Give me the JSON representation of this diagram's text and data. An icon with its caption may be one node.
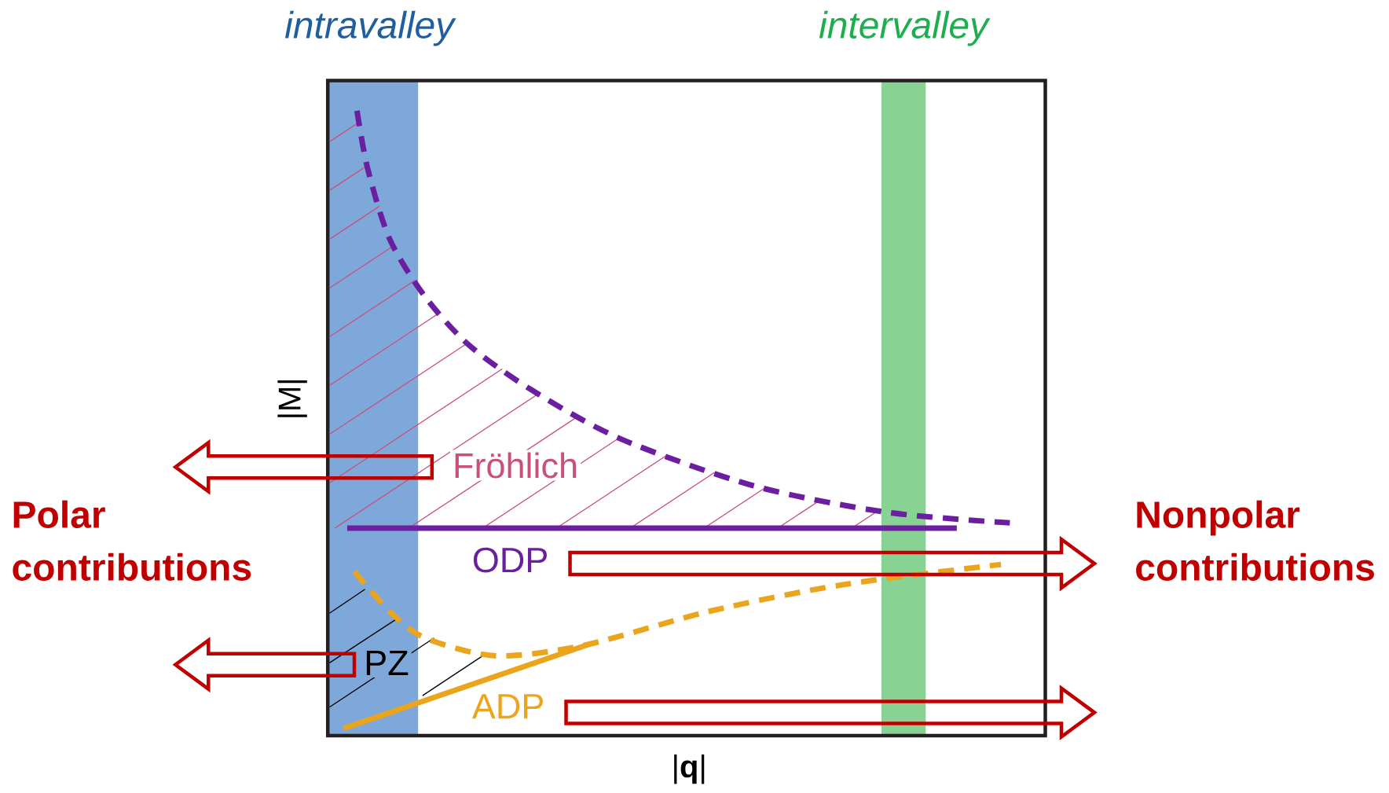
{
  "diagram": {
    "nodes": [
      {
        "text": [
          "Fröhlich"
        ]
      },
      {
        "text": [
          "Polar contributions"
        ]
      },
      {
        "text": [
          "Nonpolar contributions"
        ]
      },
      {
        "text": [
          "ODP"
        ]
      },
      {
        "text": [
          "PZ"
        ]
      },
      {
        "text": [
          "ADP"
        ]
      }
    ],
    "edges": [
      {
        "from": 0,
        "to": 1,
        "arrow": "to"
      },
      {
        "from": 3,
        "to": 2,
        "arrow": "to"
      },
      {
        "from": 4,
        "to": 1,
        "arrow": "to"
      },
      {
        "from": 5,
        "to": 2,
        "arrow": "to"
      }
    ],
    "labels": [
      "intravalley",
      "intervalley",
      "|M|",
      "|**q**|"
    ]
  }
}
